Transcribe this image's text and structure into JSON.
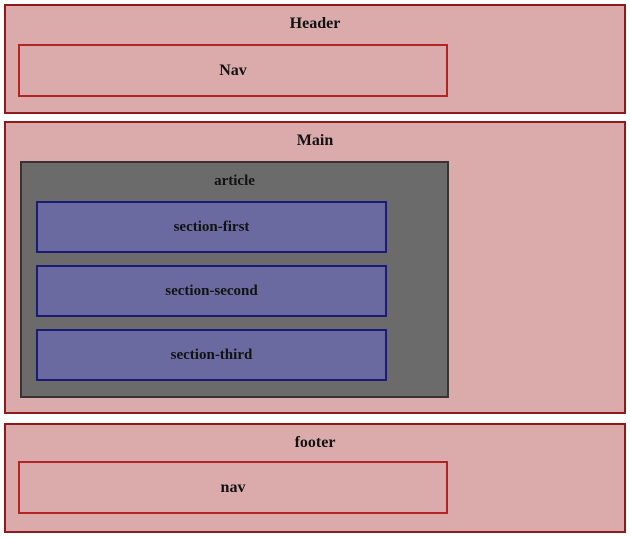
{
  "colors": {
    "band_bg": "#dbaaaa",
    "band_border": "#8e1b1b",
    "inner_border": "#b32424",
    "article_bg": "#6b6b6b",
    "article_border": "#3a3333",
    "section_bg": "#6a6aa1",
    "section_border": "#1b1b72",
    "text": "#121212"
  },
  "header": {
    "label": "Header",
    "nav_label": "Nav"
  },
  "main": {
    "label": "Main",
    "article": {
      "label": "article",
      "sections": [
        {
          "label": "section-first"
        },
        {
          "label": "section-second"
        },
        {
          "label": "section-third"
        }
      ]
    }
  },
  "footer": {
    "label": "footer",
    "nav_label": "nav"
  }
}
